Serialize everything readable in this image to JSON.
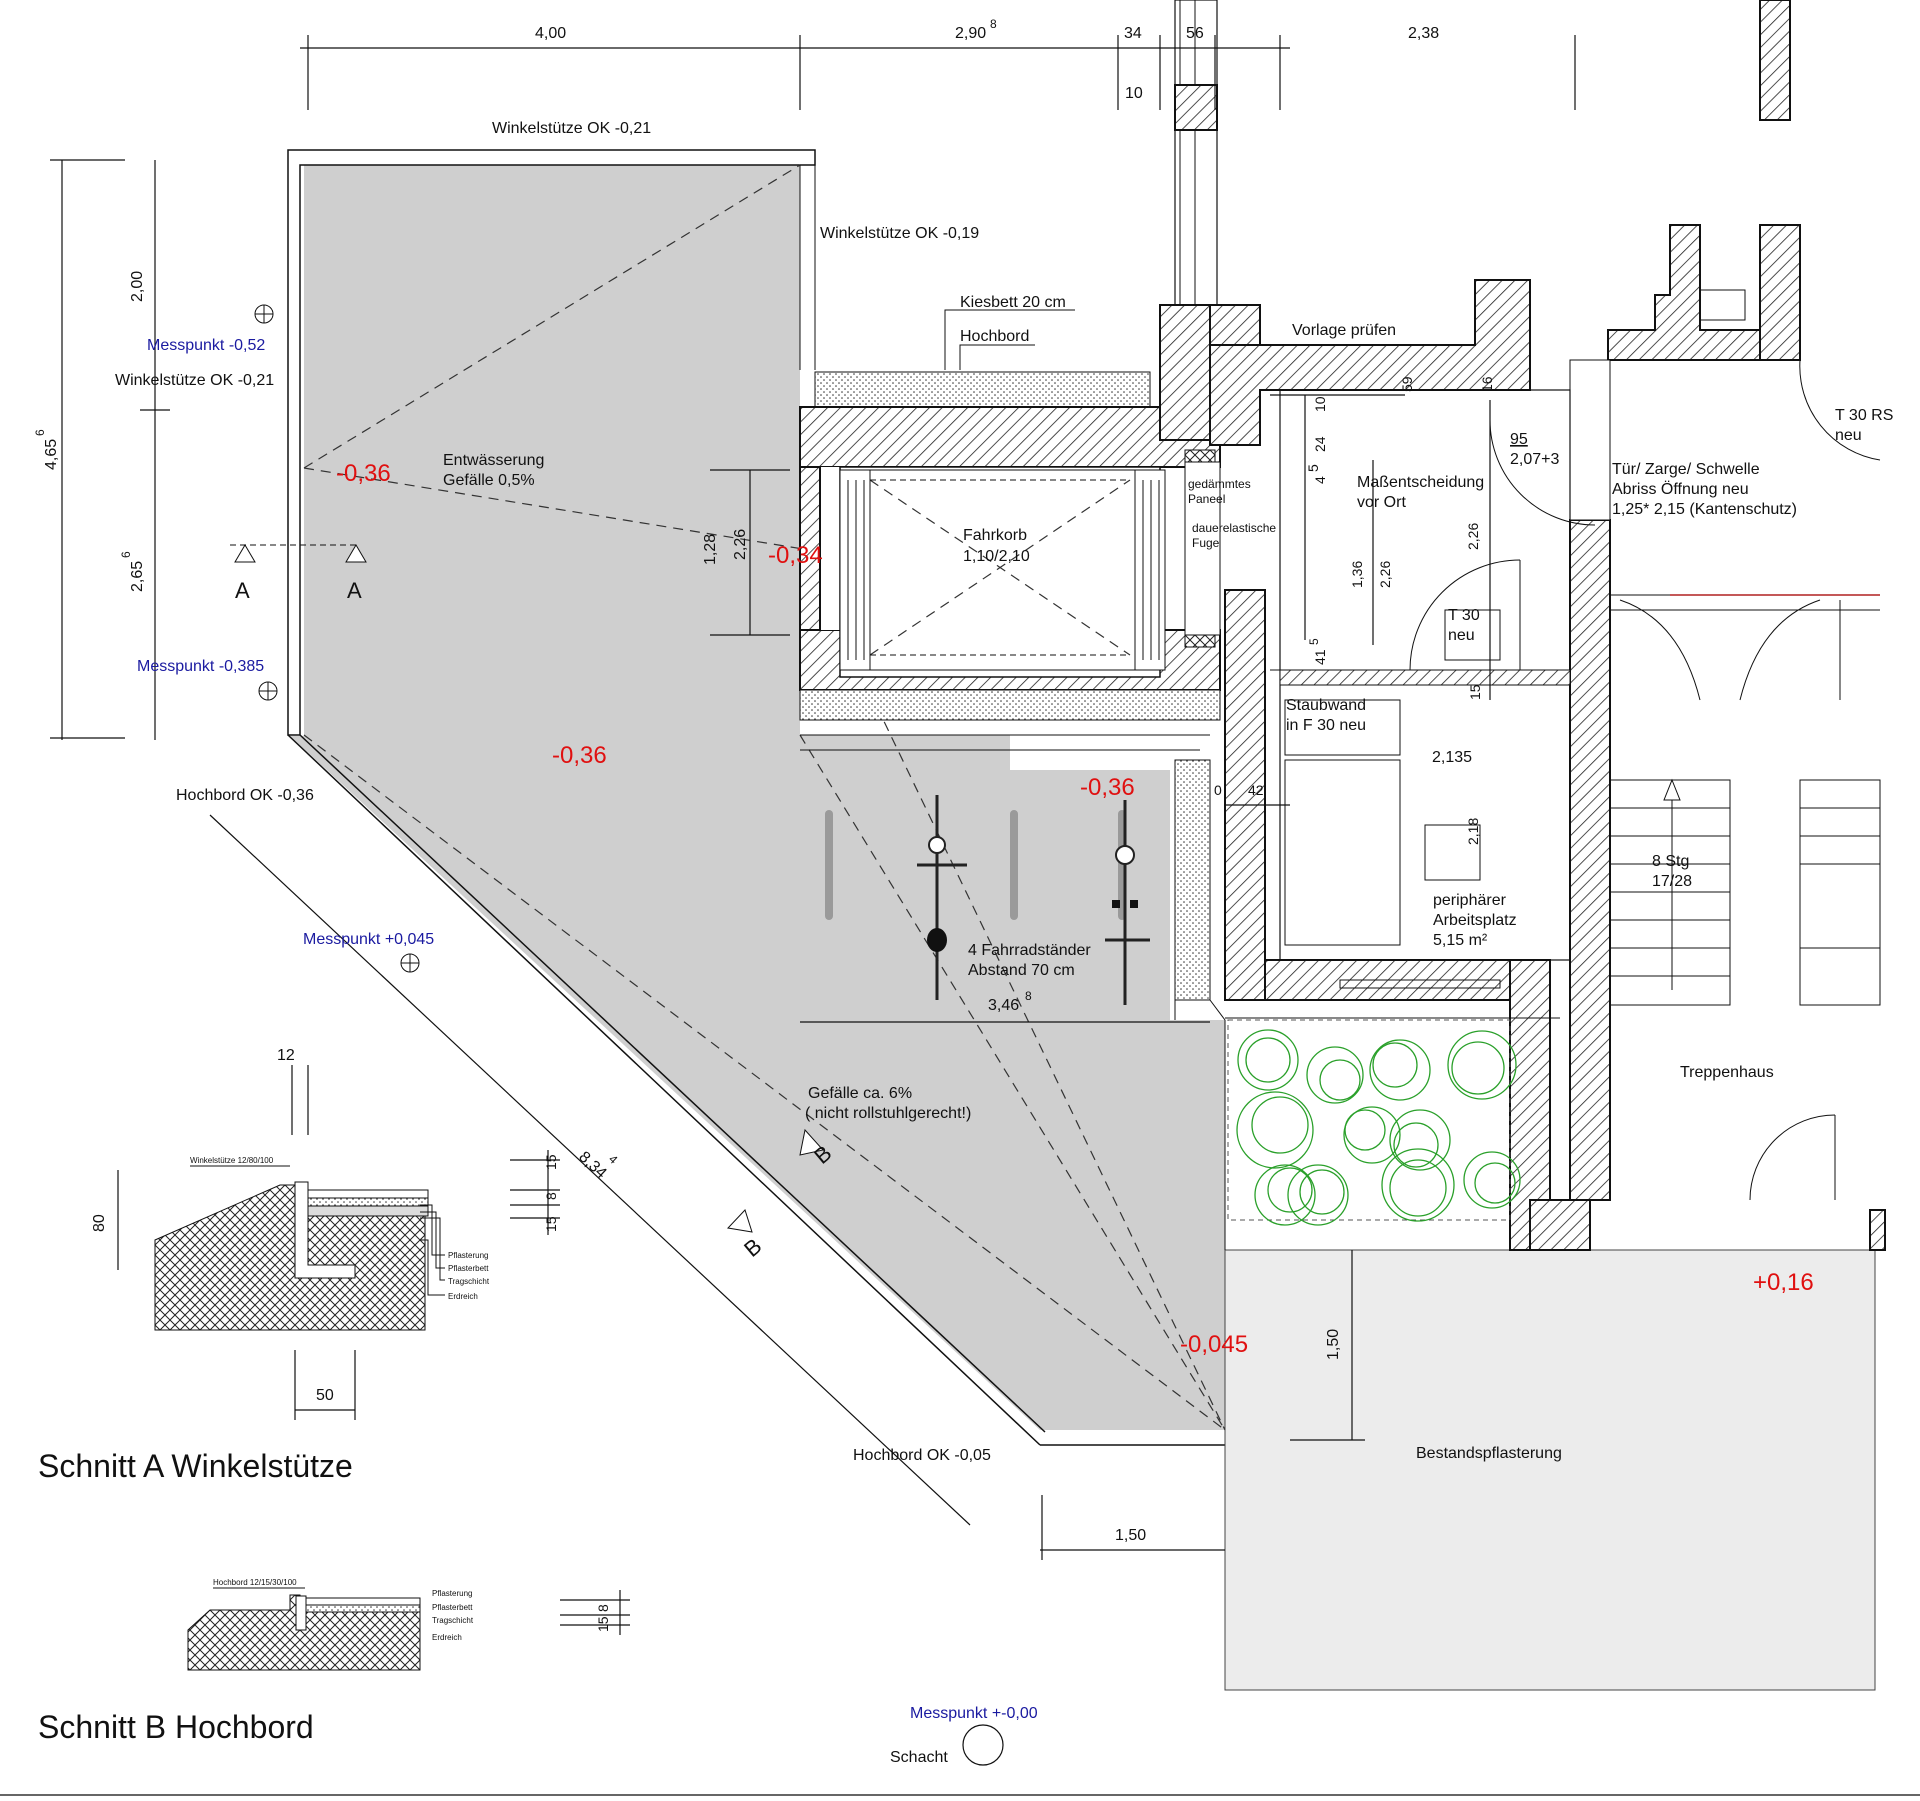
{
  "dimensions": {
    "top": [
      "4,00",
      "2,90",
      "8",
      "34",
      "56",
      "2,38",
      "10"
    ],
    "left_total": "4,65",
    "left_total_sup": "6",
    "left_upper": "2,00",
    "left_lower": "2,65",
    "left_lower_sup": "6",
    "lift_outer": "2,26",
    "lift_inner": "1,28",
    "room": [
      "10",
      "24",
      "5",
      "4",
      "59",
      "16",
      "1,36",
      "2,26",
      "2,26",
      "41",
      "5",
      "15",
      "2,135",
      "2,18",
      "0",
      "42"
    ],
    "bike_width": "3,46",
    "bike_width_sup": "8",
    "diagonal": "8,34",
    "diagonal_sup": "4",
    "bottom": "1,50",
    "paving_height": "1,50",
    "section_a": [
      "12",
      "80",
      "50",
      "15",
      "8",
      "15"
    ],
    "section_b": [
      "15",
      "8"
    ]
  },
  "labels": {
    "winkel_top": "Winkelstütze OK -0,21",
    "winkel_right": "Winkelstütze OK -0,19",
    "winkel_left": "Winkelstütze OK -0,21",
    "kiesbett": "Kiesbett 20 cm",
    "hochbord": "Hochbord",
    "vorlage": "Vorlage prüfen",
    "entwaesserung": "Entwässerung",
    "gefaelle": "Gefälle 0,5%",
    "fahrkorb": "Fahrkorb",
    "fahrkorb_size": "1,10/2,10",
    "gedaemmt1": "gedämmtes",
    "gedaemmt2": "Paneel",
    "fuge1": "dauerelastische",
    "fuge2": "Fuge",
    "massen1": "Maßentscheidung",
    "massen2": "vor Ort",
    "door_95": "95",
    "door_size": "2,07+3",
    "tuer1": "Tür/ Zarge/ Schwelle",
    "tuer2": "Abriss Öffnung neu",
    "tuer3": "1,25* 2,15 (Kantenschutz)",
    "t30rs1": "T 30 RS",
    "t30rs2": "neu",
    "t30_1": "T 30",
    "t30_2": "neu",
    "staub1": "Staubwand",
    "staub2": "in F 30 neu",
    "arbeit1": "periphärer",
    "arbeit2": "Arbeitsplatz",
    "arbeit3": "5,15 m²",
    "stg1": "8 Stg",
    "stg2": "17/28",
    "treppenhaus": "Treppenhaus",
    "hochbord_left": "Hochbord OK -0,36",
    "rad1": "4 Fahrradständer",
    "rad2": "Abstand 70 cm",
    "gefaelle6_1": "Gefälle ca. 6%",
    "gefaelle6_2": "( nicht rollstuhlgerecht!)",
    "hochbord_bottom": "Hochbord OK -0,05",
    "bestand": "Bestandspflasterung",
    "schacht": "Schacht",
    "sec_a_A1": "A",
    "sec_a_A2": "A",
    "sec_b_B1": "B",
    "sec_b_B2": "B"
  },
  "levels": {
    "l1": "-0,36",
    "l2": "-0,34",
    "l3": "-0,36",
    "l4": "-0,36",
    "l5": "-0,045",
    "l6": "+0,16"
  },
  "messpunkte": {
    "m1": "Messpunkt -0,52",
    "m2": "Messpunkt -0,385",
    "m3": "Messpunkt +0,045",
    "m4": "Messpunkt +-0,00"
  },
  "sections": {
    "a_title": "Schnitt A Winkelstütze",
    "a_header": "Winkelstütze 12/80/100",
    "b_title": "Schnitt B Hochbord",
    "b_header": "Hochbord 12/15/30/100",
    "layers": [
      "Pflasterung",
      "Pflasterbett",
      "Tragschicht",
      "Erdreich"
    ]
  },
  "colors": {
    "ground": "#cfcfcf",
    "paving": "#ececec",
    "level_red": "#e01010",
    "messpunkt_blue": "#1a1aa0",
    "tree_green": "#2aa02a"
  }
}
